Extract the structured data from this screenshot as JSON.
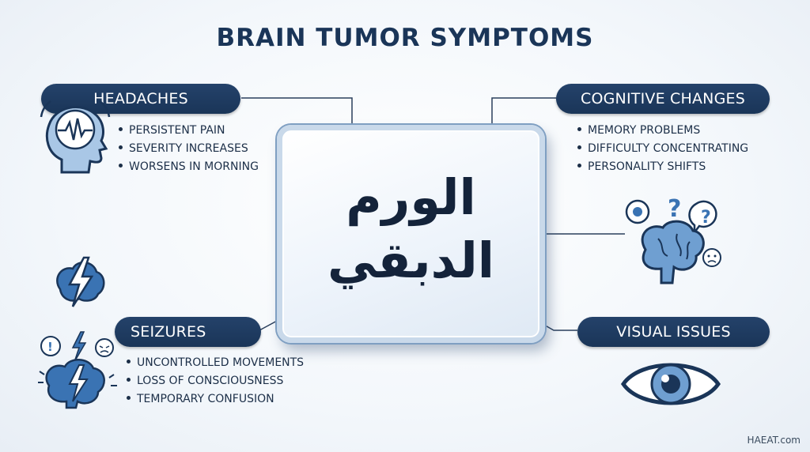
{
  "title": "BRAIN TUMOR SYMPTOMS",
  "center": {
    "line1": "الورم",
    "line2": "الدبقي"
  },
  "sections": {
    "headaches": {
      "label": "HEADACHES",
      "items": [
        "PERSISTENT PAIN",
        "SEVERITY INCREASES",
        "WORSENS IN MORNING"
      ]
    },
    "cognitive": {
      "label": "COGNITIVE CHANGES",
      "items": [
        "MEMORY PROBLEMS",
        "DIFFICULTY CONCENTRATING",
        "PERSONALITY SHIFTS"
      ]
    },
    "seizures": {
      "label": "SEIZURES",
      "items": [
        "UNCONTROLLED MOVEMENTS",
        "LOSS OF CONSCIOUSNESS",
        "TEMPORARY CONFUSION"
      ]
    },
    "visual": {
      "label": "VISUAL ISSUES"
    }
  },
  "icons": {
    "headaches": "head-pulse-icon",
    "seizures_top": "lightning-brain-icon",
    "seizures_bottom": "brain-seizure-icon",
    "cognitive": "brain-questions-icon",
    "visual": "eye-icon"
  },
  "colors": {
    "navy": "#1a3558",
    "accent_blue": "#3a73b3",
    "light_blue": "#a9c7e6"
  },
  "watermark": "HAEAT.com"
}
